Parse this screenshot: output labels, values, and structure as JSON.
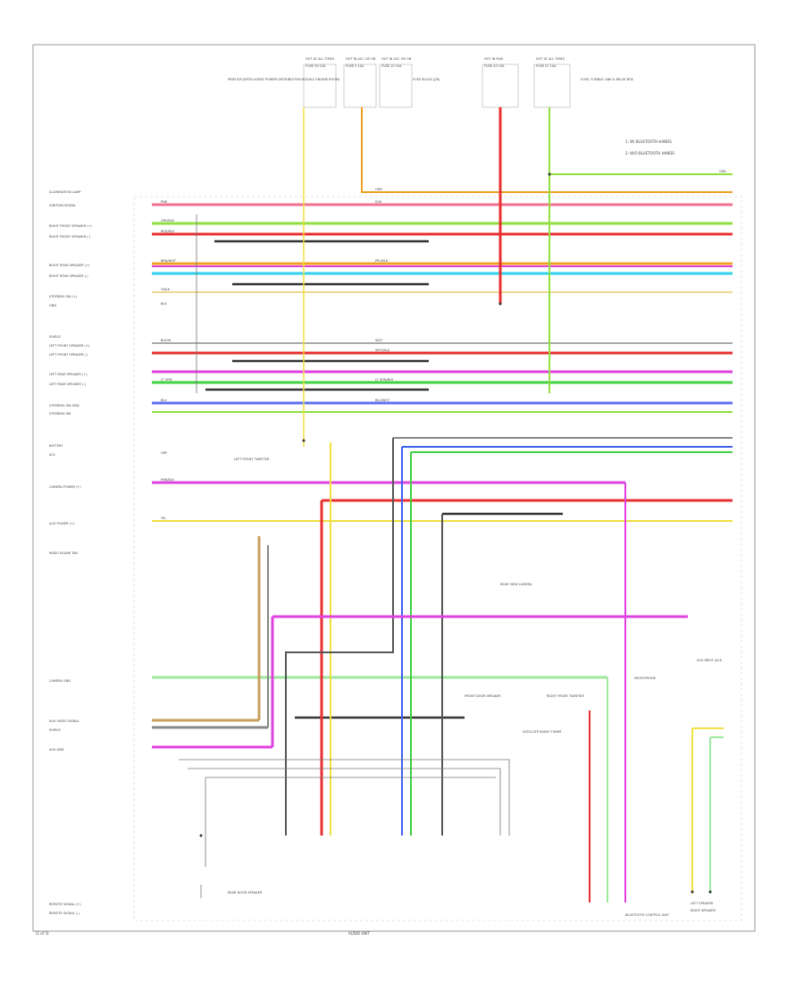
{
  "page": {
    "footer_left": "(1 of 3)",
    "footer_center": "AUDIO UNIT"
  },
  "fuses": [
    {
      "id": "fuse-1",
      "label": "HOT AT ALL TIMES",
      "sub": "FUSE 30 10A"
    },
    {
      "id": "fuse-2",
      "label": "HOT IN ACC OR ON",
      "sub": "FUSE 5 10A"
    },
    {
      "id": "fuse-3",
      "label": "HOT IN ACC OR ON",
      "sub": "FUSE 10 10A"
    },
    {
      "id": "fuse-4",
      "label": "HOT IN RUN",
      "sub": "FUSE 43 10A"
    },
    {
      "id": "fuse-5",
      "label": "HOT AT ALL TIMES",
      "sub": "FUSE 21 10A"
    }
  ],
  "fuse_notes": [
    "IPDM E/R (INTELLIGENT POWER DISTRIBUTION MODULE ENGINE ROOM)",
    "FUSE BLOCK (J/B)",
    "FUSE, FUSIBLE LINK & RELAY BOX"
  ],
  "legend": [
    "1: W/ BLUETOOTH HANDS",
    "2: W/O BLUETOOTH HANDS"
  ],
  "left_labels": [
    "ILLUMINATION LAMP",
    "IGNITION SIGNAL",
    "RIGHT FRONT SPEAKER (+)",
    "RIGHT FRONT SPEAKER (-)",
    "RIGHT REAR SPEAKER (+)",
    "RIGHT REAR SPEAKER (-)",
    "STEERING SW (+)",
    "GND",
    "SHIELD",
    "LEFT FRONT SPEAKER (+)",
    "LEFT FRONT SPEAKER (-)",
    "LEFT REAR SPEAKER (+)",
    "LEFT REAR SPEAKER (-)",
    "STEERING SW GND",
    "STEERING SW",
    "BATTERY",
    "ACC",
    "CAMERA POWER (+)",
    "AUX POWER (+)",
    "RADIO BLANK TAB",
    "CAMERA GND",
    "AUX VIDEO SIGNAL",
    "SHIELD",
    "AUX GND",
    "REMOTE SIGNAL (+)",
    "REMOTE SIGNAL (-)"
  ],
  "wire_codes": [
    "PNK",
    "R/W",
    "GRY/BLK",
    "RED/BLK",
    "BRN/WHT",
    "PPL/BLK",
    "Y/BLK",
    "BLK",
    "BLK/W",
    "WHT",
    "WHT/BLK",
    "LT GRN",
    "LT GRN/BLK",
    "BLU",
    "BLU/WHT",
    "PNK/BLK",
    "GRY",
    "YEL",
    "ORN",
    "GRN"
  ],
  "components": [
    "LEFT SPEAKER",
    "RIGHT SPEAKER",
    "REAR VIEW CAMERA",
    "AUX INPUT JACK",
    "LEFT FRONT TWEETER",
    "RIGHT FRONT TWEETER",
    "BLUETOOTH CONTROL UNIT",
    "FRONT DOOR SPEAKER",
    "MICROPHONE",
    "SATELLITE RADIO TUNER",
    "REAR DOOR SPEAKER"
  ],
  "colors": {
    "yellow": "#f0e040",
    "orange": "#f0a020",
    "red": "#e83030",
    "green": "#40d040",
    "lime": "#90e040",
    "magenta": "#e040e0",
    "cyan": "#30d0f0",
    "blue": "#4060f0",
    "gray": "#888888",
    "black": "#202020",
    "brown": "#c8a060",
    "pink": "#f05090",
    "light_green": "#9ee89e",
    "frame": "#999999"
  }
}
